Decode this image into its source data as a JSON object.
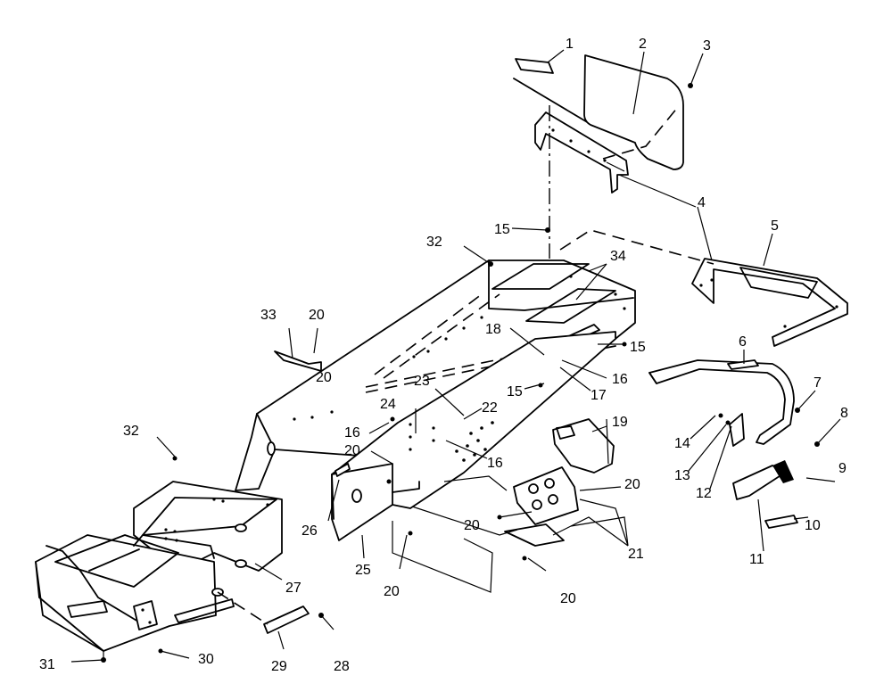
{
  "diagram": {
    "callouts": [
      "1",
      "2",
      "3",
      "4",
      "5",
      "6",
      "7",
      "8",
      "9",
      "10",
      "11",
      "12",
      "13",
      "14",
      "15",
      "15",
      "15",
      "16",
      "16",
      "16",
      "17",
      "18",
      "19",
      "20",
      "20",
      "20",
      "20",
      "20",
      "20",
      "20",
      "21",
      "22",
      "23",
      "24",
      "25",
      "26",
      "27",
      "28",
      "29",
      "30",
      "31",
      "32",
      "32",
      "33",
      "34"
    ]
  }
}
